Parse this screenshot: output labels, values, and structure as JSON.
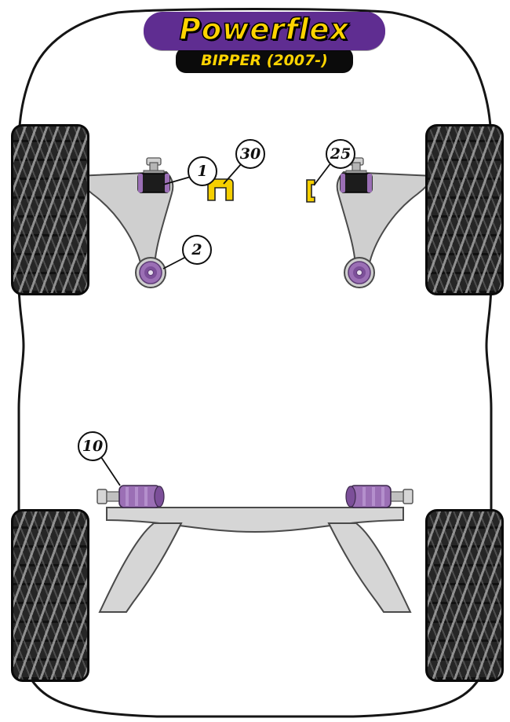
{
  "header": {
    "brand": "Powerflex",
    "model": "BIPPER (2007-)"
  },
  "callouts": {
    "n1": "1",
    "n2": "2",
    "n30": "30",
    "n25": "25",
    "n10": "10"
  },
  "colors": {
    "brand_purple": "#5f2d91",
    "brand_yellow": "#ffd400",
    "banner_black": "#0b0b0b",
    "bushing_purple": "#9b6fb5",
    "metal_gray": "#d6d6d6",
    "tire_black": "#262626",
    "outline_black": "#151515"
  }
}
